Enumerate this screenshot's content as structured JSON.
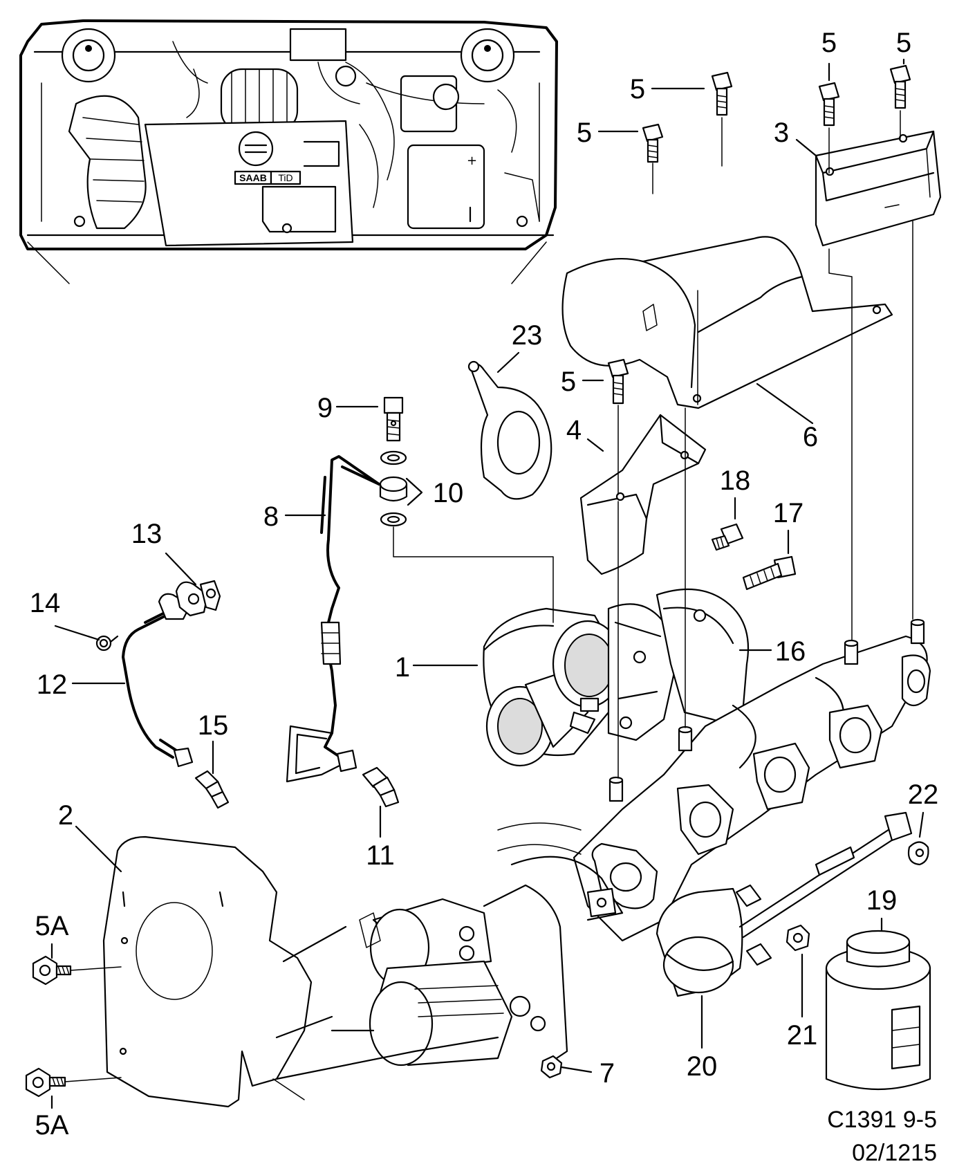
{
  "callouts": {
    "c1": "1",
    "c2": "2",
    "c3": "3",
    "c4": "4",
    "c5a": "5",
    "c5b": "5",
    "c5c": "5",
    "c5d": "5",
    "c5e": "5",
    "c5A1": "5A",
    "c5A2": "5A",
    "c6": "6",
    "c7": "7",
    "c8": "8",
    "c9": "9",
    "c10": "10",
    "c11": "11",
    "c12": "12",
    "c13": "13",
    "c14": "14",
    "c15": "15",
    "c16": "16",
    "c17": "17",
    "c18": "18",
    "c19": "19",
    "c20": "20",
    "c21": "21",
    "c22": "22",
    "c23": "23"
  },
  "badges": {
    "brand": "SAAB",
    "model": "TiD"
  },
  "footer": {
    "line1": "C1391 9-5",
    "line2": "02/1215"
  }
}
